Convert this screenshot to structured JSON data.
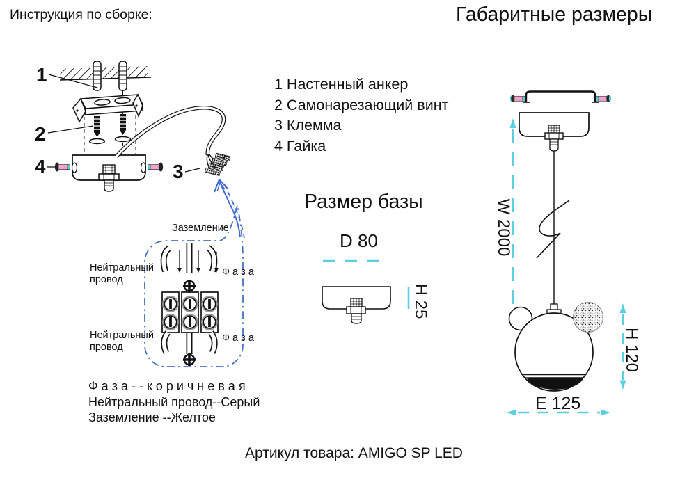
{
  "header": {
    "instructions_title": "Инструкция по сборке:",
    "dimensions_title": "Габаритные размеры"
  },
  "parts_list": {
    "items": [
      "1 Настенный анкер",
      "2 Самонарезающий винт",
      "3 Клемма",
      "4 Гайка"
    ]
  },
  "assembly": {
    "callout_anchor": "1",
    "callout_screw": "2",
    "callout_terminal": "3",
    "callout_nut": "4"
  },
  "wiring": {
    "ground_label": "Заземление",
    "neutral_top": "Нейтральный провод",
    "neutral_bottom": "Нейтральный провод",
    "phase_top": "Ф а з а",
    "phase_bottom": "Ф а з а",
    "legend_lines": [
      "Ф а з а - - к о р и ч н е в а я",
      "Нейтральный провод--Серый",
      "Заземление --Желтое"
    ]
  },
  "base_size": {
    "title": "Размер базы",
    "diameter_label": "D 80",
    "height_label": "H 25"
  },
  "overall_size": {
    "wire_label": "W 2000",
    "height_label": "H 120",
    "width_label": "E 125"
  },
  "footer": {
    "article_label": "Артикул товара: AMIGO SP LED"
  },
  "colors": {
    "dimension_cyan": "#5BCFE0",
    "screw_pink": "#F2A3C9",
    "wiring_blue": "#4472C4",
    "arrow_blue": "#3F6BD7",
    "ink": "#111111"
  }
}
